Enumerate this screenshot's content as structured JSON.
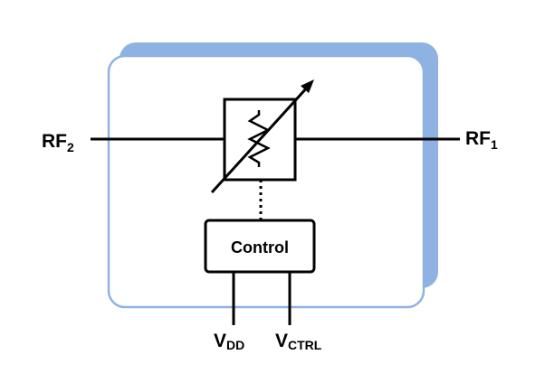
{
  "labels": {
    "rf2": {
      "main": "RF",
      "sub": "2"
    },
    "rf1": {
      "main": "RF",
      "sub": "1"
    },
    "control": "Control",
    "vdd": {
      "main": "V",
      "sub": "DD"
    },
    "vctrl": {
      "main": "V",
      "sub": "CTRL"
    }
  },
  "colors": {
    "module_shadow": "#8eb3e3",
    "module_outline": "#8eb3e3",
    "module_fill": "#ffffff",
    "line": "#000000"
  },
  "icons": {
    "attenuator": "variable-resistor-icon"
  }
}
